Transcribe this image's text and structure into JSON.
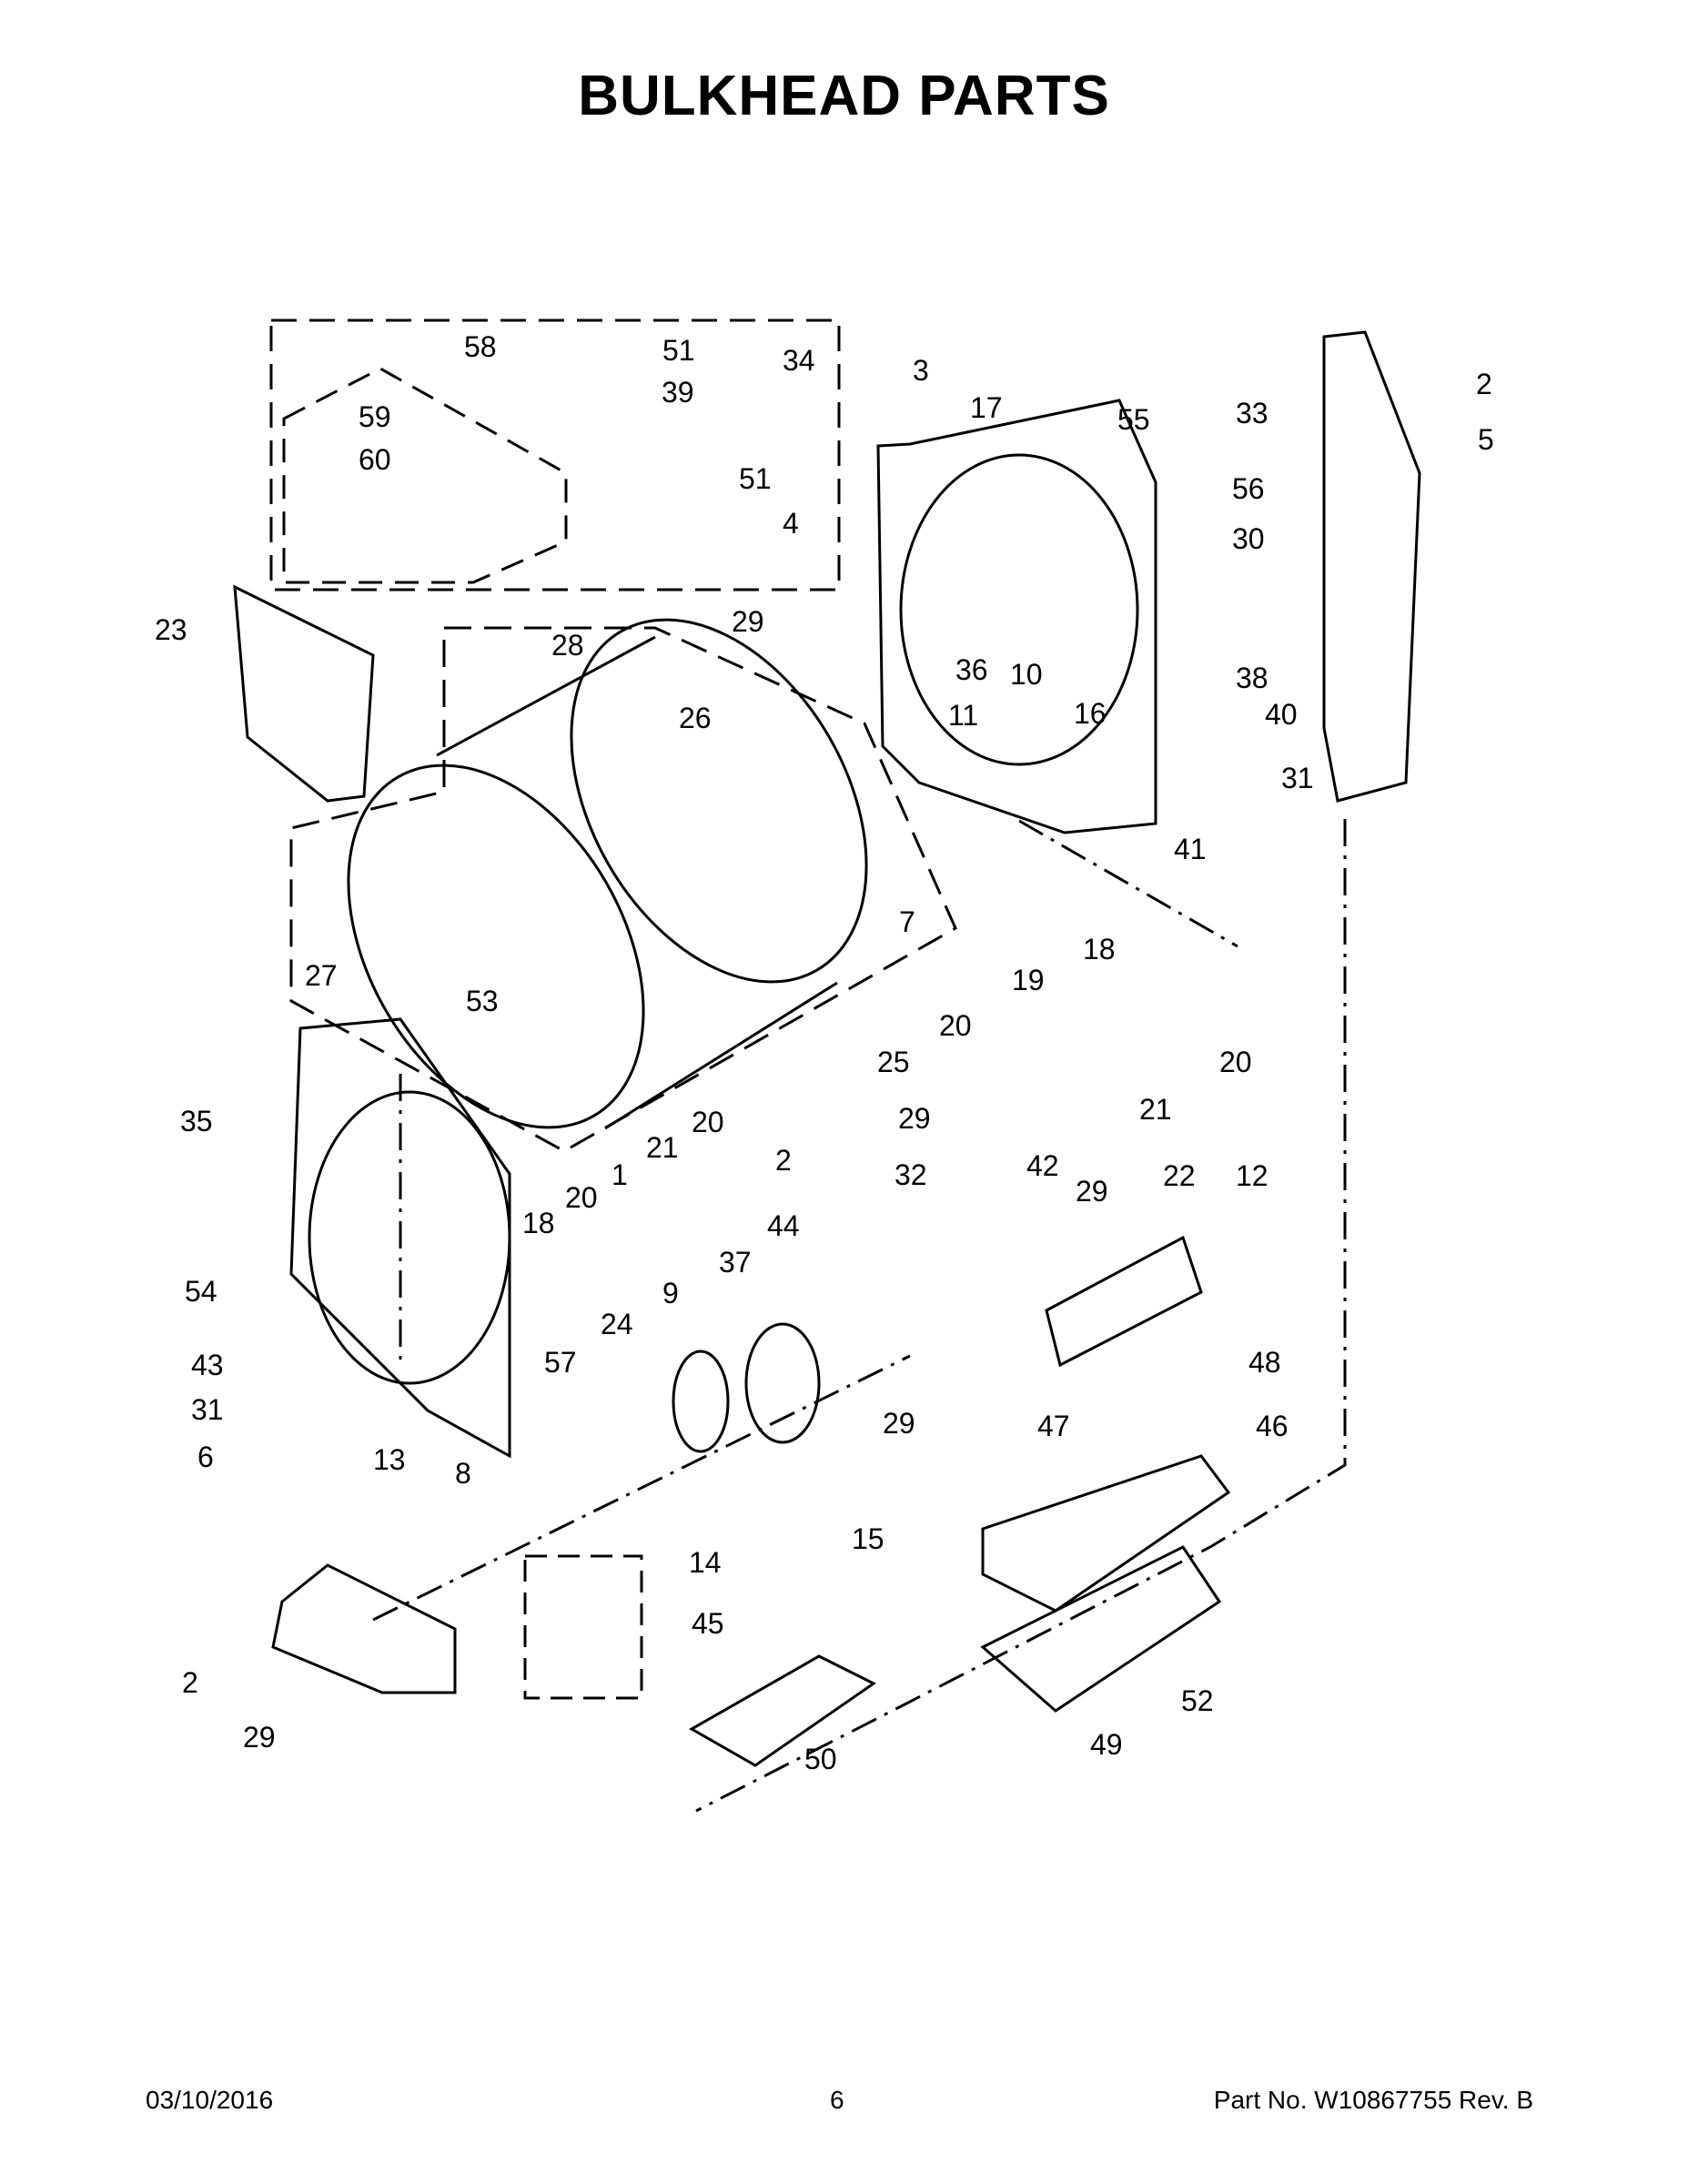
{
  "title": "BULKHEAD PARTS",
  "footer": {
    "date": "03/10/2016",
    "page": "6",
    "part_number": "Part No.  W10867755  Rev.  B"
  },
  "callouts": [
    "58",
    "51",
    "34",
    "3",
    "39",
    "59",
    "60",
    "51",
    "4",
    "17",
    "55",
    "33",
    "2",
    "5",
    "56",
    "30",
    "29",
    "36",
    "10",
    "11",
    "16",
    "38",
    "40",
    "31",
    "41",
    "23",
    "28",
    "26",
    "27",
    "53",
    "7",
    "25",
    "18",
    "19",
    "20",
    "20",
    "21",
    "35",
    "54",
    "29",
    "32",
    "42",
    "29",
    "22",
    "12",
    "2",
    "44",
    "18",
    "20",
    "1",
    "21",
    "20",
    "37",
    "9",
    "24",
    "57",
    "43",
    "31",
    "6",
    "8",
    "13",
    "29",
    "47",
    "46",
    "48",
    "15",
    "14",
    "45",
    "2",
    "29",
    "50",
    "49",
    "52"
  ]
}
